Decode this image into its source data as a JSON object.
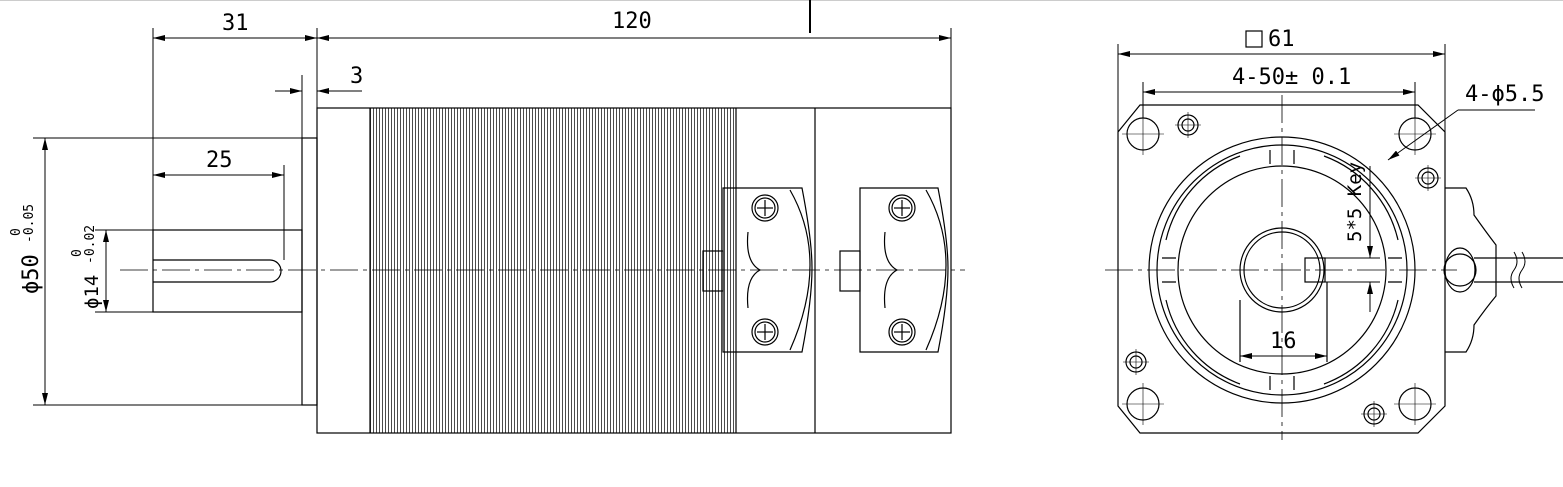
{
  "side_view": {
    "dim_shaft_to_flange": "31",
    "dim_body_length": "120",
    "dim_pilot_length": "3",
    "dim_shaft_length": "25",
    "dim_pilot_diameter": "ϕ50",
    "dim_pilot_diameter_tol_upper": "0",
    "dim_pilot_diameter_tol_lower": "-0.05",
    "dim_shaft_diameter": "ϕ14",
    "dim_shaft_diameter_tol_upper": "0",
    "dim_shaft_diameter_tol_lower": "-0.02"
  },
  "front_view": {
    "dim_flange_square": "61",
    "dim_bolt_spacing": "4-50± 0.1",
    "dim_mount_holes": "4-ϕ5.5",
    "dim_key": "5*5 Key",
    "dim_key_width": "16"
  },
  "colors": {
    "line": "#000000",
    "background": "#ffffff",
    "topbar": "#cccccc"
  }
}
